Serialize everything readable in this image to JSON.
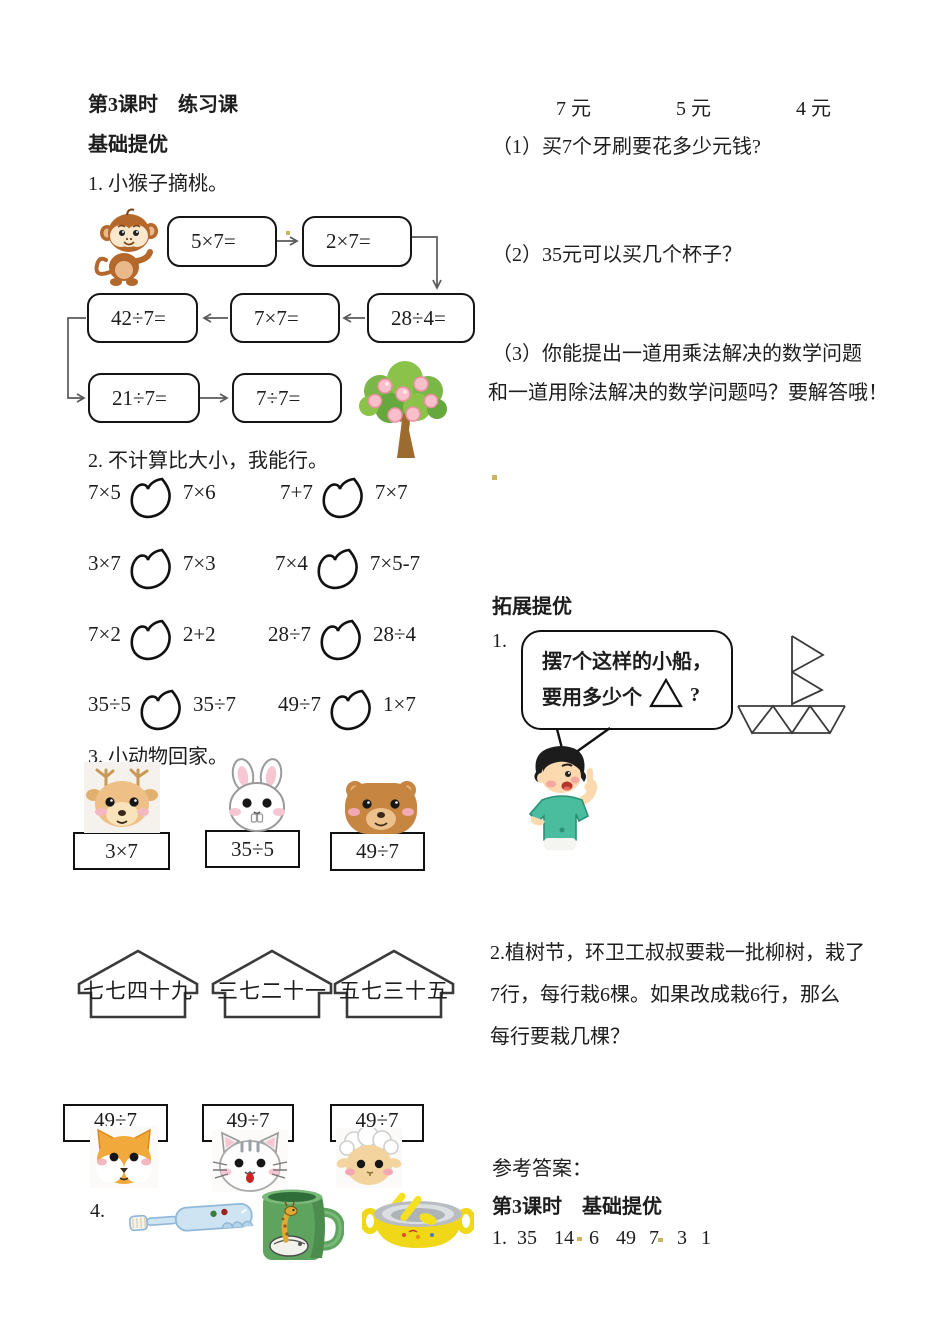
{
  "left": {
    "title": "第3课时　练习课",
    "section_heading": "基础提优",
    "q1_label": "1. 小猴子摘桃。",
    "flow_boxes": {
      "r1b1": "5×7=",
      "r1b2": "2×7=",
      "r2b1": "42÷7=",
      "r2b2": "7×7=",
      "r2b3": "28÷4=",
      "r3b1": "21÷7=",
      "r3b2": "7÷7="
    },
    "q2_label": "2. 不计算比大小，我能行。",
    "comparisons": [
      {
        "left": "7×5",
        "right": "7×6"
      },
      {
        "left": "7+7",
        "right": "7×7"
      },
      {
        "left": "3×7",
        "right": "7×3"
      },
      {
        "left": "7×4",
        "right": "7×5-7"
      },
      {
        "left": "7×2",
        "right": "2+2"
      },
      {
        "left": "28÷7",
        "right": "28÷4"
      },
      {
        "left": "35÷5",
        "right": "35÷7"
      },
      {
        "left": "49÷7",
        "right": "1×7"
      }
    ],
    "q3_label": "3. 小动物回家。",
    "animal_cards": [
      "3×7",
      "35÷5",
      "49÷7"
    ],
    "houses": [
      "七七四十九",
      "三七二十一",
      "五七三十五"
    ],
    "division_cards": [
      "49÷7",
      "49÷7",
      "49÷7"
    ],
    "q4_label": "4.",
    "illustrations": [
      "monkey",
      "peach-tree",
      "deer",
      "rabbit",
      "bear",
      "fox",
      "cat",
      "sheep",
      "toothbrush",
      "giraffe-mug",
      "yellow-bowl"
    ]
  },
  "right": {
    "prices": [
      "7 元",
      "5 元",
      "4 元"
    ],
    "questions": [
      "（1）买7个牙刷要花多少元钱?",
      "（2）35元可以买几个杯子？",
      "（3）你能提出一道用乘法解决的数学问题",
      "和一道用除法解决的数学问题吗？要解答哦！"
    ],
    "section_heading": "拓展提优",
    "ext1_label": "1.",
    "bubble": {
      "line1": "摆7个这样的小船，",
      "line2_pre": "要用多少个",
      "line2_post": "?"
    },
    "ext2_lines": [
      "2.植树节，环卫工叔叔要栽一批柳树，栽了",
      "7行，每行栽6棵。如果改成栽6行，那么",
      "每行要栽几棵？"
    ],
    "answers": {
      "heading": "参考答案：",
      "subheading": "第3课时　基础提优",
      "line_items": [
        "1.",
        "35",
        "14",
        "6",
        "49",
        "7",
        "3",
        "1"
      ]
    }
  },
  "colors": {
    "artifact_tan": "#c9b464",
    "shirt_teal": "#49bd9d",
    "mug_green": "#5ea45f",
    "bowl_yellow": "#f0d818",
    "monkey_brown": "#b5682b"
  }
}
